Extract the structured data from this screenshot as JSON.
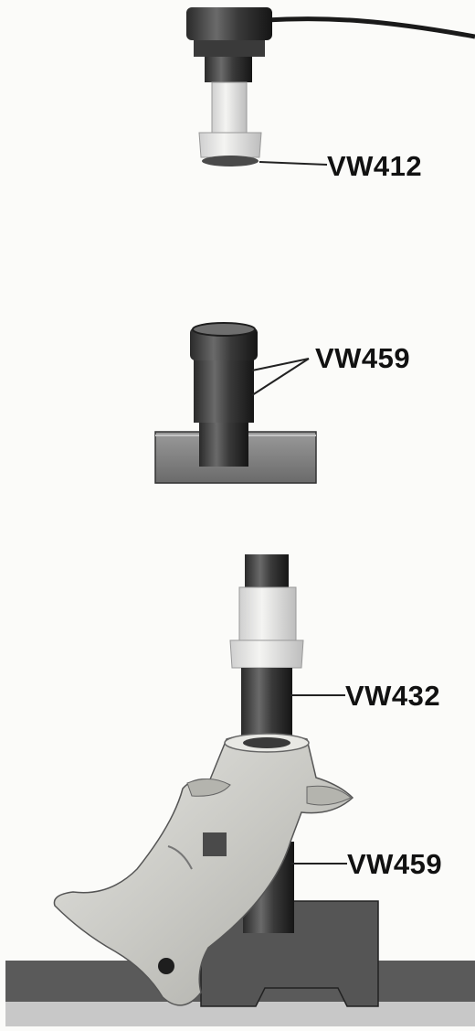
{
  "labels": {
    "tool_1": "VW412",
    "tool_2": "VW459",
    "tool_3": "VW432",
    "tool_4": "VW459"
  }
}
